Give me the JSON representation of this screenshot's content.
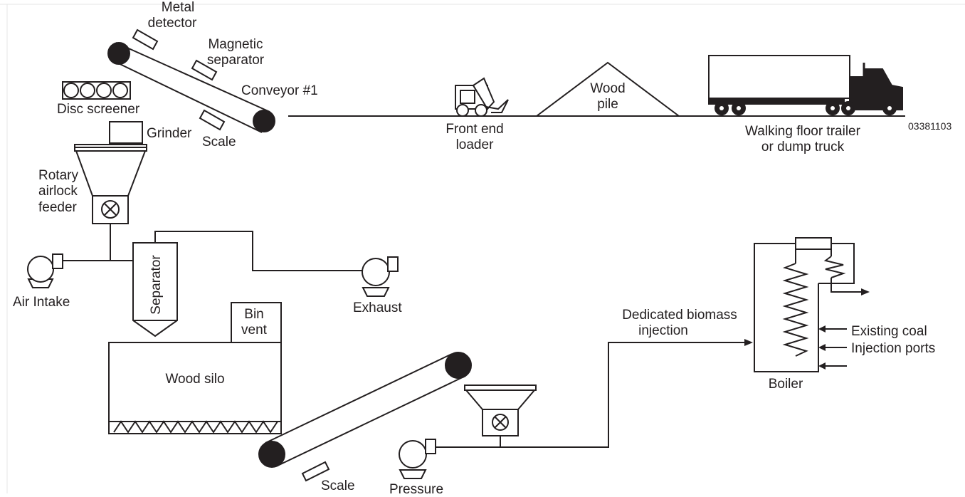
{
  "figure_id": "03381103",
  "labels": {
    "metal_detector": [
      "Metal",
      "detector"
    ],
    "magnetic_separator": [
      "Magnetic",
      "separator"
    ],
    "conveyor_1": "Conveyor #1",
    "disc_screener": "Disc screener",
    "grinder": "Grinder",
    "scale_top": "Scale",
    "front_end_loader": [
      "Front end",
      "loader"
    ],
    "wood_pile": [
      "Wood",
      "pile"
    ],
    "truck": [
      "Walking floor trailer",
      "or dump truck"
    ],
    "rotary_airlock_feeder": [
      "Rotary",
      "airlock",
      "feeder"
    ],
    "air_intake": "Air Intake",
    "separator": "Separator",
    "exhaust": "Exhaust",
    "bin_vent": [
      "Bin",
      "vent"
    ],
    "wood_silo": "Wood silo",
    "dedicated_injection": [
      "Dedicated biomass",
      "injection"
    ],
    "existing_coal": "Existing coal",
    "injection_ports": "Injection ports",
    "boiler": "Boiler",
    "scale_bottom": "Scale",
    "pressure": "Pressure"
  }
}
